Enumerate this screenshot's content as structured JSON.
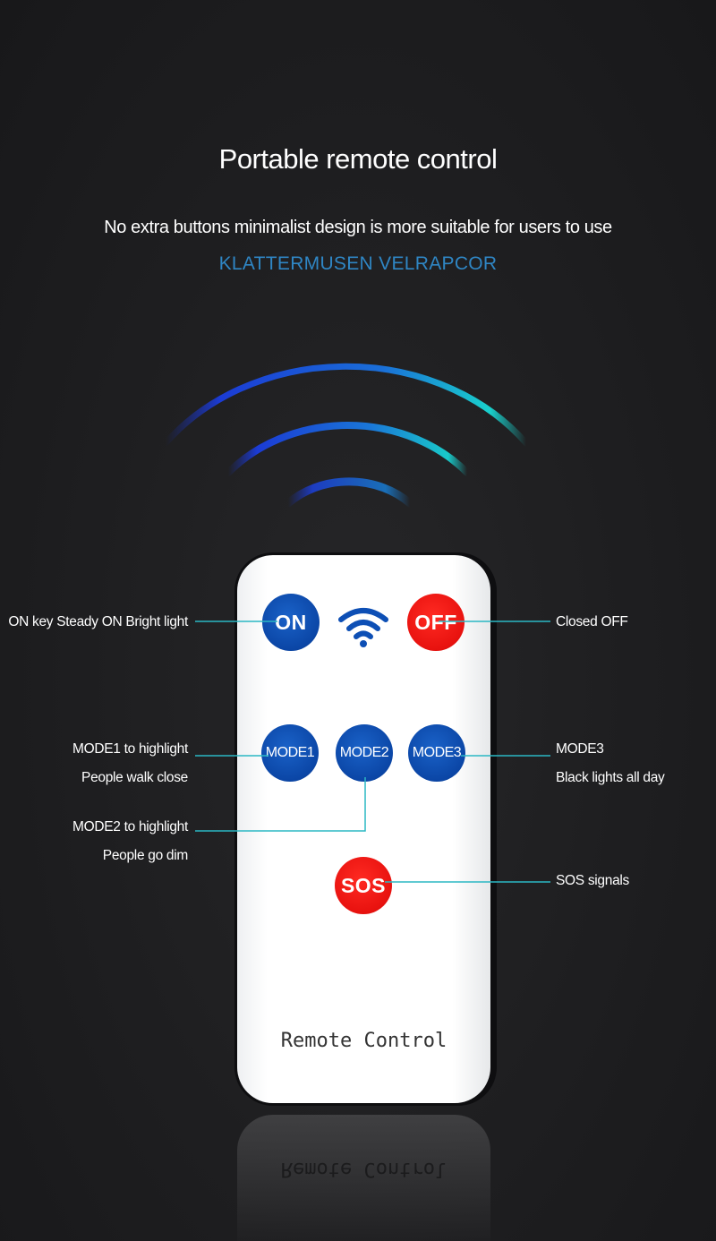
{
  "header": {
    "title": "Portable remote control",
    "subtitle": "No extra buttons minimalist design is more suitable for users to use",
    "brand": "KLATTERMUSEN VELRAPCOR"
  },
  "remote": {
    "label": "Remote Control",
    "buttons": {
      "on": "ON",
      "off": "OFF",
      "mode1": "MODE1",
      "mode2": "MODE2",
      "mode3": "MODE3",
      "sos": "SOS"
    }
  },
  "callouts": {
    "on": {
      "line1": "ON key Steady ON Bright light"
    },
    "off": {
      "line1": "Closed OFF"
    },
    "mode1": {
      "line1": "MODE1 to highlight",
      "line2": "People walk close"
    },
    "mode2": {
      "line1": "MODE2 to highlight",
      "line2": "People go dim"
    },
    "mode3": {
      "line1": "MODE3",
      "line2": "Black lights all day"
    },
    "sos": {
      "line1": "SOS signals"
    }
  },
  "colors": {
    "background": "#1d1d1f",
    "brand_text": "#2f86c4",
    "callout_line": "#2bb8c4",
    "button_blue": "#0b46a6",
    "button_red": "#e8120f",
    "wave_blue": "#1a3fd0",
    "wave_teal": "#19c7c9"
  },
  "icons": {
    "signal_waves": "signal-waves-icon",
    "wifi": "wifi-icon"
  }
}
